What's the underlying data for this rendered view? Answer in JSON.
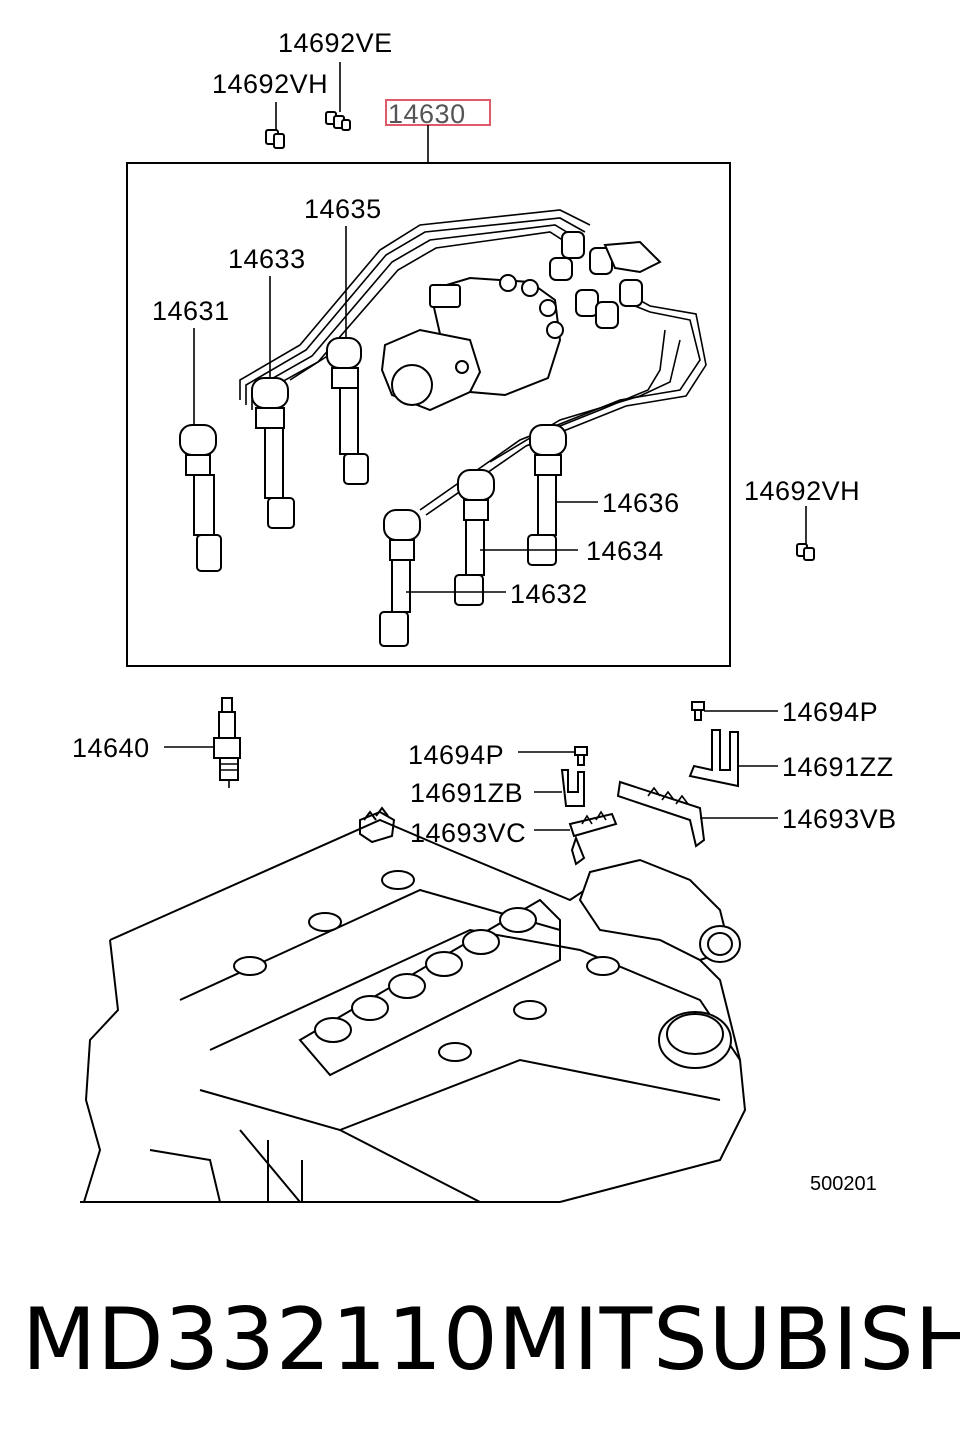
{
  "diagram": {
    "highlighted_part": "14630",
    "labels": {
      "p14692VE": "14692VE",
      "p14692VH_top": "14692VH",
      "p14630": "14630",
      "p14635": "14635",
      "p14633": "14633",
      "p14631": "14631",
      "p14636": "14636",
      "p14634": "14634",
      "p14632": "14632",
      "p14692VH_right": "14692VH",
      "p14640": "14640",
      "p14694P_right": "14694P",
      "p14694P_center": "14694P",
      "p14691ZZ": "14691ZZ",
      "p14691ZB": "14691ZB",
      "p14693VB": "14693VB",
      "p14693VC": "14693VC"
    },
    "drawing_code": "500201",
    "highlight_color": "#e05a6a"
  },
  "footer": {
    "part_number": "MD332110",
    "brand": "MITSUBISHI"
  }
}
